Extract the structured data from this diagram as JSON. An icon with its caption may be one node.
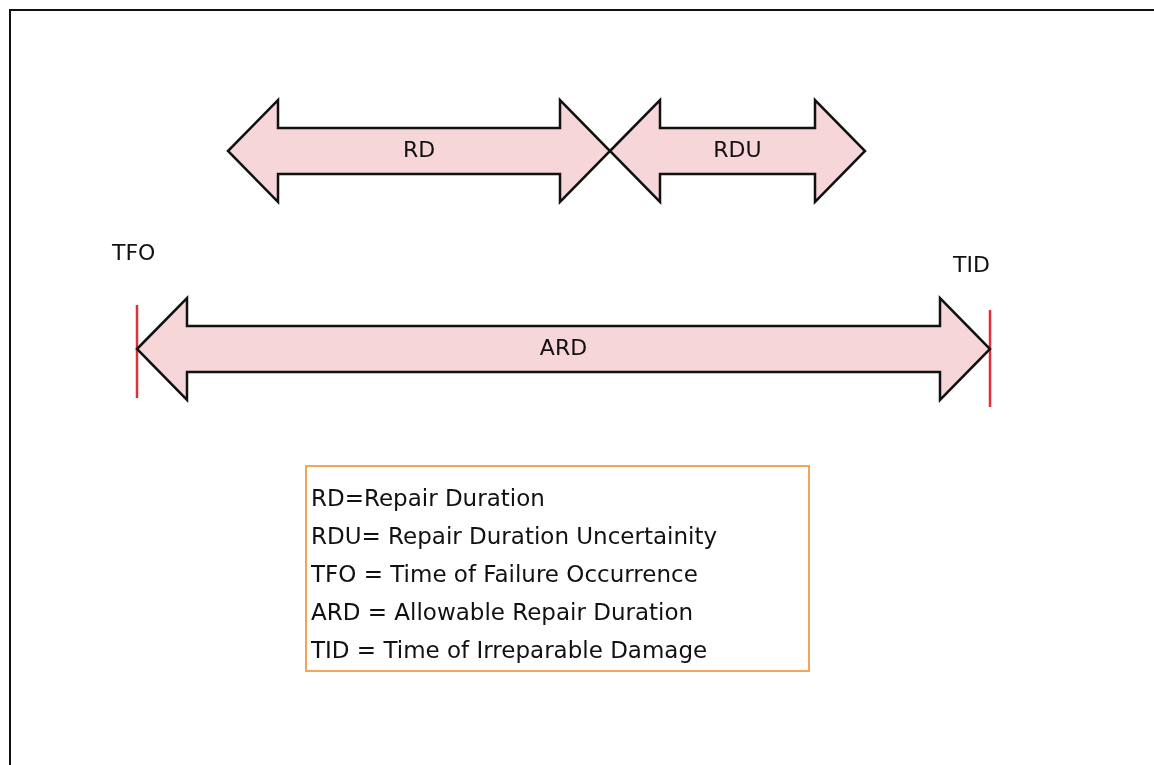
{
  "diagram": {
    "nodes": [
      {
        "text": [
          "RD"
        ]
      },
      {
        "text": [
          "RDU"
        ]
      },
      {
        "text": [
          "ARD"
        ]
      },
      {
        "text": [
          "RD=Repair Duration",
          "RDU= Repair Duration Uncertainity",
          "TFO = Time of Failure Occurrence",
          "ARD = Allowable Repair Duration",
          "TID = Time of Irreparable Damage"
        ]
      }
    ],
    "labels": [
      "TFO",
      "TID"
    ]
  }
}
